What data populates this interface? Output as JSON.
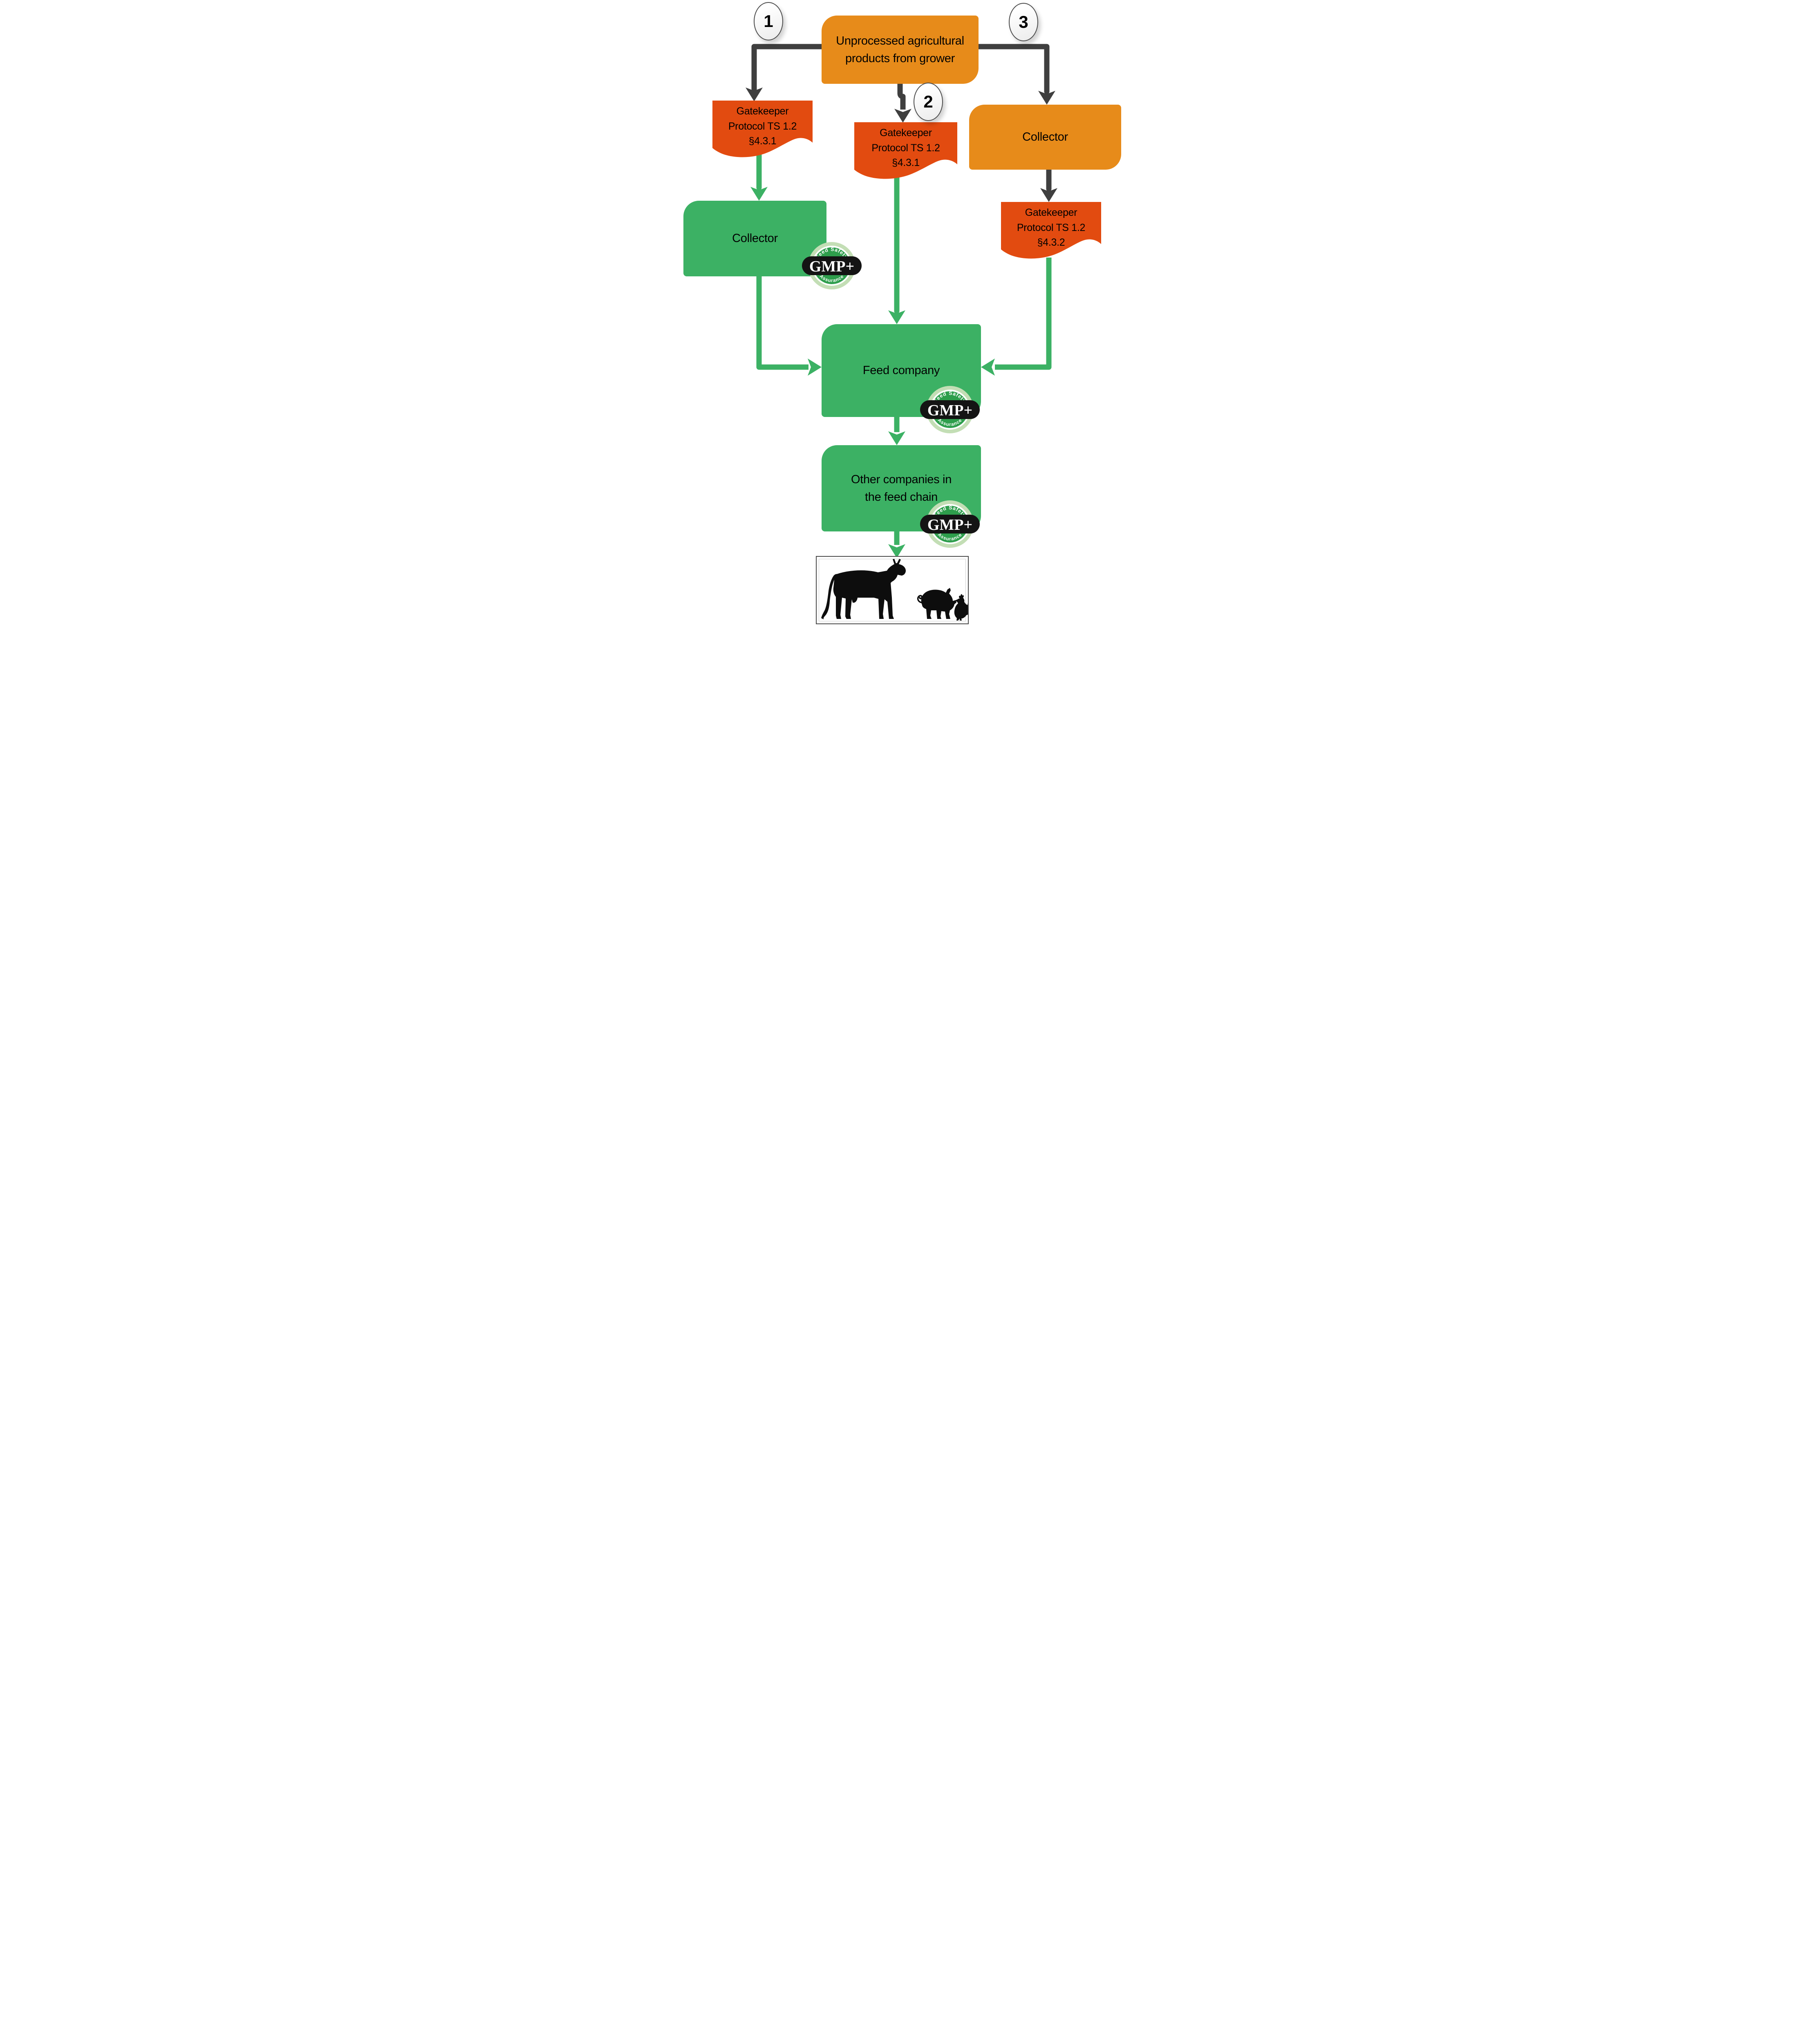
{
  "nodes": {
    "grower": {
      "label": "Unprocessed agricultural products from grower"
    },
    "collector_left": {
      "label": "Collector"
    },
    "collector_right": {
      "label": "Collector"
    },
    "feed_company": {
      "label": "Feed company"
    },
    "other_companies": {
      "label": "Other companies in the feed chain"
    }
  },
  "gatekeepers": [
    {
      "line1": "Gatekeeper",
      "line2": "Protocol TS 1.2",
      "line3": "§4.3.1"
    },
    {
      "line1": "Gatekeeper",
      "line2": "Protocol TS 1.2",
      "line3": "§4.3.1"
    },
    {
      "line1": "Gatekeeper",
      "line2": "Protocol TS 1.2",
      "line3": "§4.3.2"
    }
  ],
  "markers": [
    {
      "label": "1"
    },
    {
      "label": "2"
    },
    {
      "label": "3"
    }
  ],
  "badge": {
    "brand": "GMP+",
    "arc_top": "Feed Safety",
    "arc_bottom": "Assurance"
  },
  "colors": {
    "orange": "#E78B1A",
    "red_orange": "#E24B10",
    "green": "#3CB164",
    "badge_green": "#2E9E4C",
    "badge_ring": "#C3DEB5",
    "arrow_dark": "#3F3F3F",
    "text": "#000000"
  }
}
